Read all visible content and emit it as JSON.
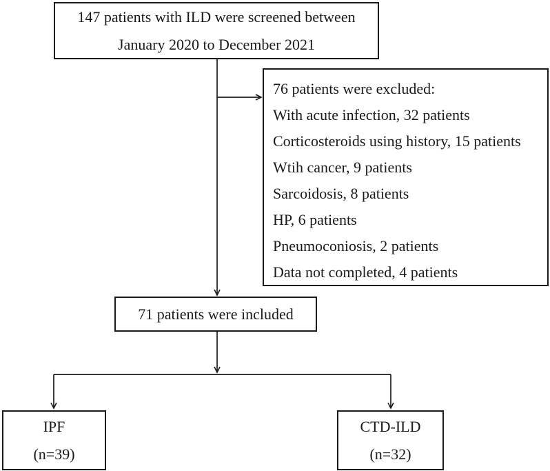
{
  "flowchart": {
    "screened_box": {
      "line1": "147 patients with ILD were screened between",
      "line2": "January 2020 to December 2021"
    },
    "excluded_box": {
      "lines": [
        "76 patients were excluded:",
        "With acute infection, 32 patients",
        "Corticosteroids using history, 15 patients",
        "Wtih cancer, 9 patients",
        "Sarcoidosis, 8 patients",
        "HP, 6 patients",
        "Pneumoconiosis, 2 patients",
        "Data not completed, 4 patients"
      ]
    },
    "included_box": {
      "text": "71 patients were included"
    },
    "ipf_box": {
      "line1": "IPF",
      "line2": "(n=39)"
    },
    "ctd_ild_box": {
      "line1": "CTD-ILD",
      "line2": "(n=32)"
    },
    "colors": {
      "line": "#1a1a1a",
      "text": "#1a1a1a",
      "background": "#ffffff"
    }
  }
}
